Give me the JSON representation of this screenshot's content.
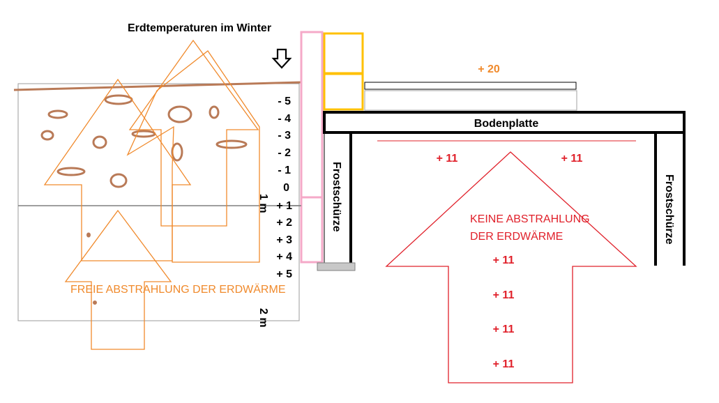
{
  "title": "Erdtemperaturen im Winter",
  "indoor_temp": "+ 20",
  "slab_label": "Bodenplatte",
  "frost_skirt_label": "Frostschürze",
  "depth_scale": [
    "- 5",
    "- 4",
    "- 3",
    "- 2",
    "- 1",
    "0",
    "+ 1",
    "+ 2",
    "+ 3",
    "+ 4",
    "+ 5"
  ],
  "depth_markers": [
    "1 m",
    "2 m"
  ],
  "left_caption": "FREIE ABSTRAHLUNG DER ERDWÄRME",
  "right_caption_lines": [
    "KEINE ABSTRAHLUNG",
    "DER ERDWÄRME"
  ],
  "under_slab_temps": [
    "+ 11",
    "+ 11",
    "+ 11",
    "+ 11",
    "+ 11",
    "+ 11"
  ],
  "colors": {
    "soil": "#b97a57",
    "orange": "#f08a2c",
    "red": "#e0202a",
    "pink": "#f5a9c8",
    "yellow": "#ffc000",
    "black": "#000000",
    "grey": "#7f7f7f"
  }
}
